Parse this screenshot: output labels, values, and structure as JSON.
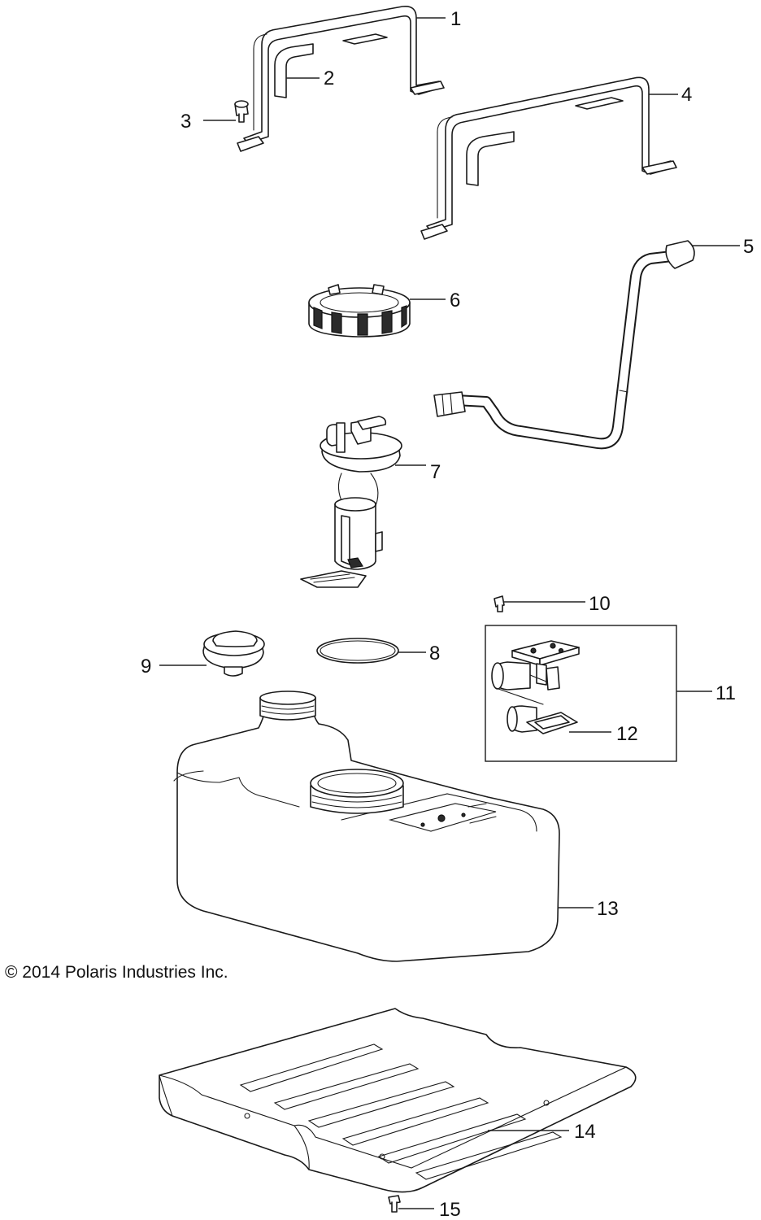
{
  "copyright": "© 2014 Polaris Industries Inc.",
  "callouts": {
    "c1": "1",
    "c2": "2",
    "c3": "3",
    "c4": "4",
    "c5": "5",
    "c6": "6",
    "c7": "7",
    "c8": "8",
    "c9": "9",
    "c10": "10",
    "c11": "11",
    "c12": "12",
    "c13": "13",
    "c14": "14",
    "c15": "15"
  }
}
